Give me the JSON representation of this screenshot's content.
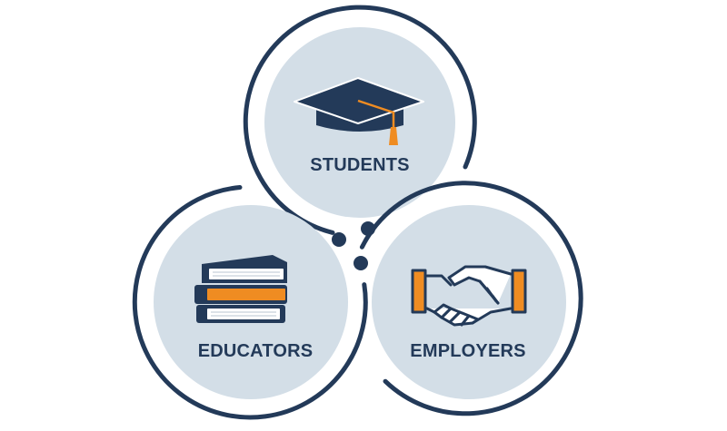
{
  "colors": {
    "navy": "#233a59",
    "fill": "#d3dee7",
    "orange": "#ef8c22",
    "white": "#ffffff"
  },
  "nodes": [
    {
      "id": "students",
      "label": "STUDENTS",
      "icon": "graduation-cap-icon"
    },
    {
      "id": "educators",
      "label": "EDUCATORS",
      "icon": "books-stack-icon"
    },
    {
      "id": "employers",
      "label": "EMPLOYERS",
      "icon": "handshake-icon"
    }
  ]
}
